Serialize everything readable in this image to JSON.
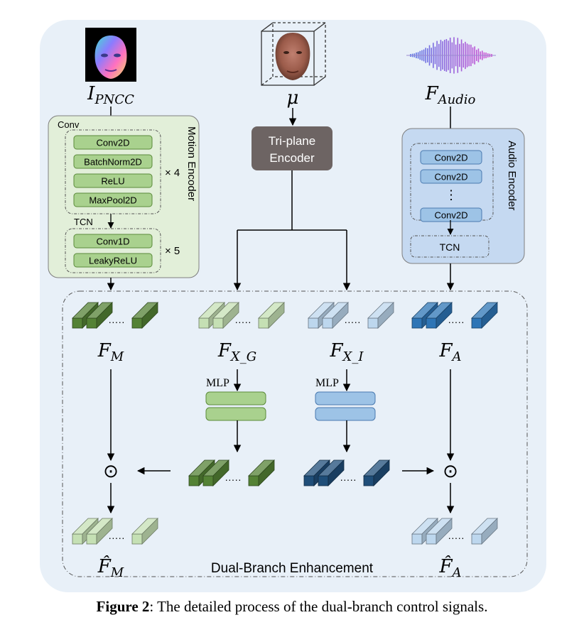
{
  "inputs": {
    "pncc_label": "I",
    "pncc_sub": "PNCC",
    "mu_label": "μ",
    "audio_label": "F",
    "audio_sub": "Audio"
  },
  "motion_encoder": {
    "title": "Motion Encoder",
    "conv_group_label": "Conv",
    "conv_layers": [
      "Conv2D",
      "BatchNorm2D",
      "ReLU",
      "MaxPool2D"
    ],
    "conv_repeat": "× 4",
    "tcn_group_label": "TCN",
    "tcn_layers": [
      "Conv1D",
      "LeakyReLU"
    ],
    "tcn_repeat": "× 5"
  },
  "triplane_encoder": {
    "line1": "Tri-plane",
    "line2": "Encoder"
  },
  "audio_encoder": {
    "title": "Audio Encoder",
    "layers": [
      "Conv2D",
      "Conv2D",
      "⋮",
      "Conv2D"
    ],
    "tcn_label": "TCN"
  },
  "features": {
    "fm": {
      "main": "F",
      "sub": "M"
    },
    "fxg": {
      "main": "F",
      "sub": "X_G"
    },
    "fxi": {
      "main": "F",
      "sub": "X_I"
    },
    "fa": {
      "main": "F",
      "sub": "A"
    },
    "fm_hat": {
      "main": "F̂",
      "sub": "M"
    },
    "fa_hat": {
      "main": "F̂",
      "sub": "A"
    }
  },
  "mlp_left": "MLP",
  "mlp_right": "MLP",
  "hadamard_symbol": "⊙",
  "enhancement_label": "Dual-Branch Enhancement",
  "caption": {
    "prefix": "Figure 2",
    "text": ": The detailed process of the dual-branch control signals."
  },
  "colors": {
    "panel_bg": "#e8f0f8",
    "motion_bg": "#e2efd9",
    "audio_bg": "#c5d9f1",
    "green_box": "#a9d18e",
    "blue_box": "#9dc3e6",
    "gray_box": "#6d6463",
    "dark_green": "#548235",
    "light_green": "#c5e0b4",
    "light_blue": "#bdd7ee",
    "mid_blue": "#2e75b6",
    "dark_blue": "#1f4e79"
  }
}
